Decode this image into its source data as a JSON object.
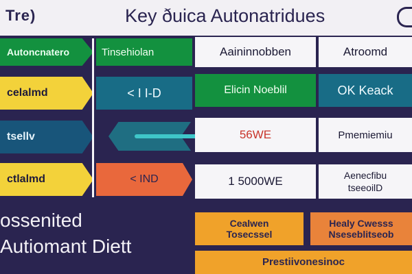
{
  "header": {
    "logo_text": "Tre)",
    "title": "Key ðuica Autonatridues",
    "icon": "circle-icon"
  },
  "left_column": {
    "top_label": "Autoncnatero",
    "items": [
      {
        "label": "celalmd"
      },
      {
        "label": "tsellv"
      },
      {
        "label": "ctlalmd"
      }
    ]
  },
  "middle_column": {
    "top_label": "Tinsehiolan",
    "row2_label": "< I I-D",
    "row4_label": "< IND"
  },
  "grid": {
    "row1": {
      "left": "Aaininnobben",
      "right": "Atroomd"
    },
    "row2": {
      "left": "Elicin Noeblil",
      "right": "OK Keack"
    },
    "row3": {
      "left": "56WE",
      "right": "Pmemiemiu"
    },
    "row4": {
      "left": "1 5000WE",
      "right_line1": "Aenecfibu",
      "right_line2": "tseeoilD"
    }
  },
  "bottom": {
    "line1": "ossenited",
    "line2": "Autiomant Diett",
    "box1_line1": "Cealwen",
    "box1_line2": "Tosecssel",
    "box2_line1": "Healy Cwesss",
    "box2_line2": "Nseseblitseob",
    "box3": "Prestiivonesinoc"
  },
  "colors": {
    "background": "#2a2450",
    "green": "#13913f",
    "yellow": "#f3d23a",
    "teal": "#186c86",
    "orange": "#f0a22a",
    "accent_orange": "#e9683c"
  }
}
